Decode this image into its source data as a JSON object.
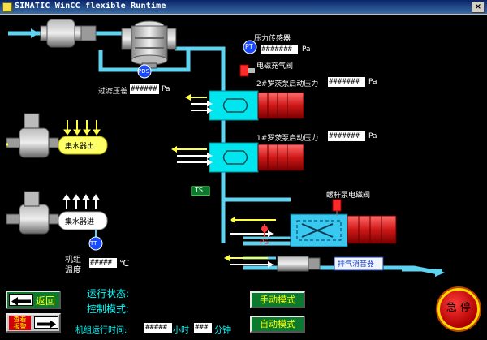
{
  "window": {
    "title": "SIMATIC WinCC flexible Runtime"
  },
  "sensors": {
    "pressure_sensor_label": "压力传感器",
    "pt_tag": "PT",
    "pressure_value": "#######",
    "pressure_unit": "Pa",
    "solenoid_air_label": "电磁充气阀",
    "filter_dp_label": "过滤压差",
    "filter_dp_value": "######",
    "filter_dp_unit": "Pa",
    "pds_tag": "PDS",
    "pump2_label": "2#罗茨泵启动压力",
    "pump2_value": "#######",
    "pump2_unit": "Pa",
    "pump1_label": "1#罗茨泵启动压力",
    "pump1_value": "#######",
    "pump1_unit": "Pa",
    "ts_tag": "TS",
    "screw_valve_label": "螺杆泵电磁阀",
    "ps_tag": "PS",
    "tt_tag": "TT",
    "exhaust_label": "排气消音器"
  },
  "collectors": {
    "outlet_label": "集水器出",
    "inlet_label": "集水器进",
    "unit_temp_label_line1": "机组",
    "unit_temp_label_line2": "温度",
    "unit_temp_value": "#####",
    "unit_temp_unit": "℃"
  },
  "status": {
    "run_state_label": "运行状态:",
    "control_mode_label": "控制模式:",
    "runtime_label": "机组运行时间:",
    "hours_value": "#####",
    "hours_unit": "小时",
    "minutes_value": "###",
    "minutes_unit": "分钟"
  },
  "buttons": {
    "back_label": "返回",
    "alarm_label_line1": "查看",
    "alarm_label_line2": "报警",
    "manual_mode_label": "手动模式",
    "auto_mode_label": "自动模式",
    "estop_label": "急 停"
  },
  "colors": {
    "pipe": "#5fd3f0",
    "pump_body": "#00e5ee",
    "motor": "#e0282d",
    "button_green": "#0b7a2e",
    "accent_yellow": "#ffff00"
  }
}
